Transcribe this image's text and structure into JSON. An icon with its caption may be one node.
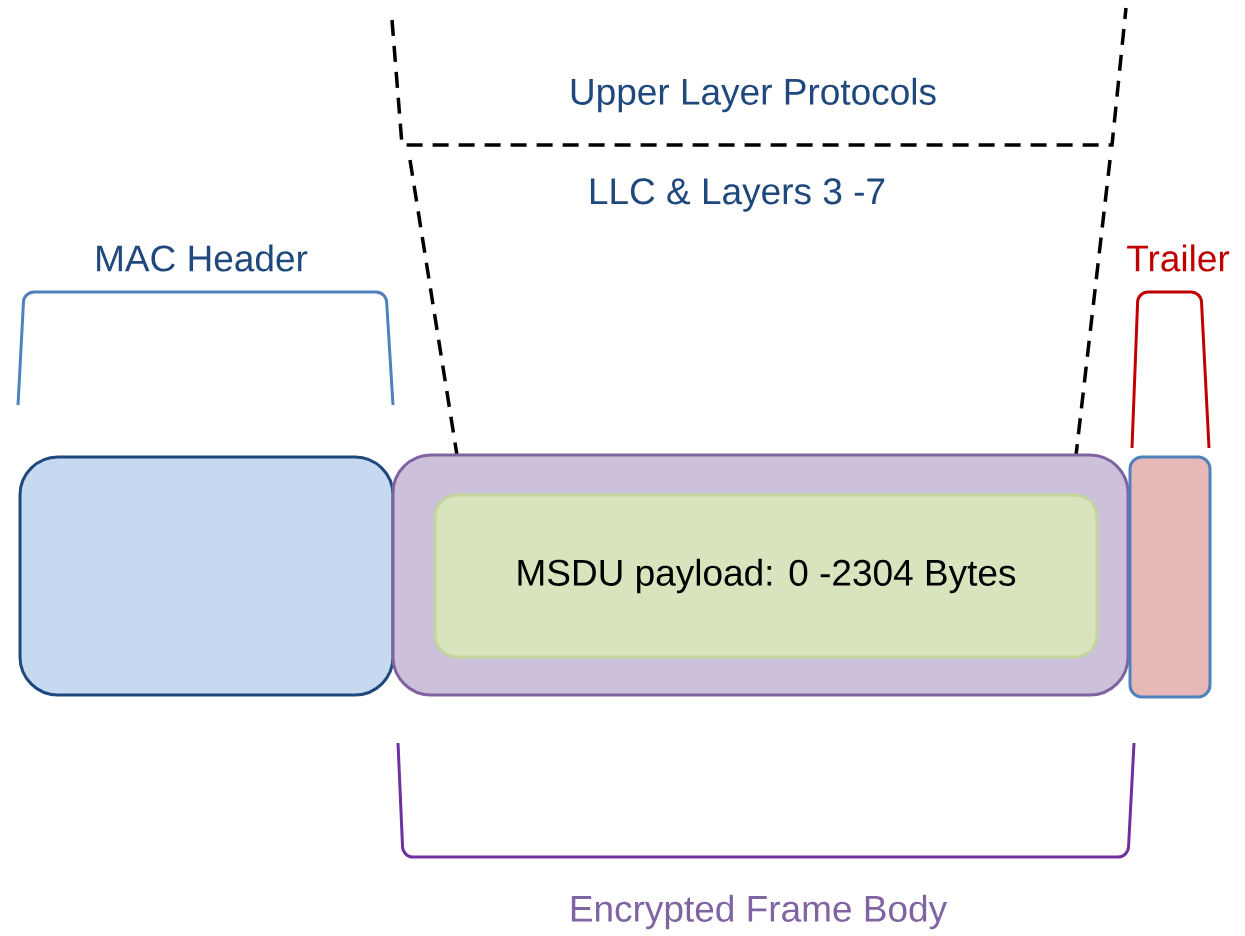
{
  "diagram": {
    "nodes": [
      {
        "text": [],
        "shape": "box"
      },
      {
        "text": [],
        "shape": "box"
      },
      {
        "text": [
          "MSDU payload: 0 -2304 Bytes"
        ],
        "in": 1
      },
      {
        "text": [],
        "shape": "box"
      }
    ],
    "labels": [
      "Upper Layer Protocols",
      "LLC & Layers 3 -7",
      "MAC Header",
      "Trailer",
      "Encrypted Frame Body"
    ]
  }
}
